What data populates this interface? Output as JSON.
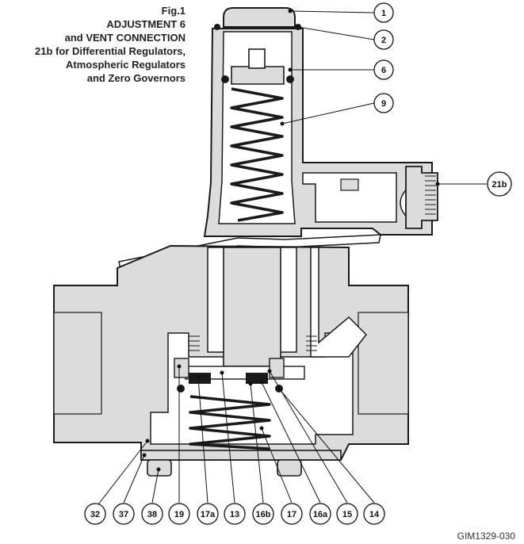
{
  "figure": {
    "title_lines": [
      "Fig.1",
      "ADJUSTMENT 6",
      "and VENT CONNECTION",
      "21b for Differential Regulators,",
      "Atmospheric Regulators",
      "and Zero Governors"
    ],
    "drawing_code": "GIM1329-030"
  },
  "callouts": {
    "right": [
      "1",
      "2",
      "6",
      "9",
      "21b"
    ],
    "bottom": [
      "32",
      "37",
      "38",
      "19",
      "17a",
      "13",
      "16b",
      "17",
      "16a",
      "15",
      "14"
    ]
  },
  "colors": {
    "body_fill": "#dcdcdc",
    "outline": "#1a1a1a",
    "cavity": "#ffffff",
    "text": "#222222"
  }
}
